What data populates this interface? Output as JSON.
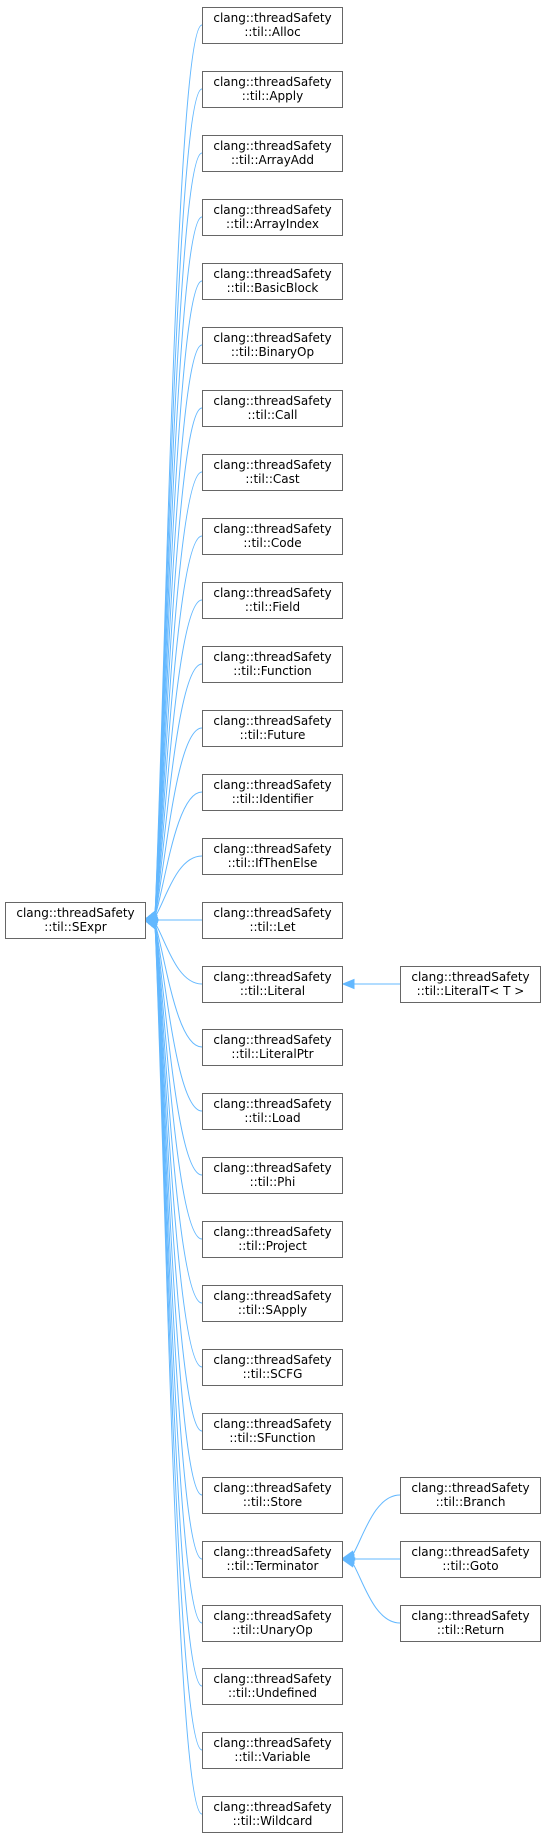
{
  "nodes": [
    {
      "id": "sexpr",
      "line1": "clang::threadSafety",
      "line2": "::til::SExpr"
    },
    {
      "id": "alloc",
      "line1": "clang::threadSafety",
      "line2": "::til::Alloc"
    },
    {
      "id": "apply",
      "line1": "clang::threadSafety",
      "line2": "::til::Apply"
    },
    {
      "id": "arrayadd",
      "line1": "clang::threadSafety",
      "line2": "::til::ArrayAdd"
    },
    {
      "id": "arrayindex",
      "line1": "clang::threadSafety",
      "line2": "::til::ArrayIndex"
    },
    {
      "id": "basicblock",
      "line1": "clang::threadSafety",
      "line2": "::til::BasicBlock"
    },
    {
      "id": "binaryop",
      "line1": "clang::threadSafety",
      "line2": "::til::BinaryOp"
    },
    {
      "id": "call",
      "line1": "clang::threadSafety",
      "line2": "::til::Call"
    },
    {
      "id": "cast",
      "line1": "clang::threadSafety",
      "line2": "::til::Cast"
    },
    {
      "id": "code",
      "line1": "clang::threadSafety",
      "line2": "::til::Code"
    },
    {
      "id": "field",
      "line1": "clang::threadSafety",
      "line2": "::til::Field"
    },
    {
      "id": "function",
      "line1": "clang::threadSafety",
      "line2": "::til::Function"
    },
    {
      "id": "future",
      "line1": "clang::threadSafety",
      "line2": "::til::Future"
    },
    {
      "id": "identifier",
      "line1": "clang::threadSafety",
      "line2": "::til::Identifier"
    },
    {
      "id": "ifthenelse",
      "line1": "clang::threadSafety",
      "line2": "::til::IfThenElse"
    },
    {
      "id": "let",
      "line1": "clang::threadSafety",
      "line2": "::til::Let"
    },
    {
      "id": "literal",
      "line1": "clang::threadSafety",
      "line2": "::til::Literal"
    },
    {
      "id": "literalptr",
      "line1": "clang::threadSafety",
      "line2": "::til::LiteralPtr"
    },
    {
      "id": "load",
      "line1": "clang::threadSafety",
      "line2": "::til::Load"
    },
    {
      "id": "phi",
      "line1": "clang::threadSafety",
      "line2": "::til::Phi"
    },
    {
      "id": "project",
      "line1": "clang::threadSafety",
      "line2": "::til::Project"
    },
    {
      "id": "sapply",
      "line1": "clang::threadSafety",
      "line2": "::til::SApply"
    },
    {
      "id": "scfg",
      "line1": "clang::threadSafety",
      "line2": "::til::SCFG"
    },
    {
      "id": "sfunction",
      "line1": "clang::threadSafety",
      "line2": "::til::SFunction"
    },
    {
      "id": "store",
      "line1": "clang::threadSafety",
      "line2": "::til::Store"
    },
    {
      "id": "terminator",
      "line1": "clang::threadSafety",
      "line2": "::til::Terminator"
    },
    {
      "id": "unaryop",
      "line1": "clang::threadSafety",
      "line2": "::til::UnaryOp"
    },
    {
      "id": "undefined",
      "line1": "clang::threadSafety",
      "line2": "::til::Undefined"
    },
    {
      "id": "variable",
      "line1": "clang::threadSafety",
      "line2": "::til::Variable"
    },
    {
      "id": "wildcard",
      "line1": "clang::threadSafety",
      "line2": "::til::Wildcard"
    },
    {
      "id": "literalt",
      "line1": "clang::threadSafety",
      "line2": "::til::LiteralT< T >"
    },
    {
      "id": "branch",
      "line1": "clang::threadSafety",
      "line2": "::til::Branch"
    },
    {
      "id": "goto",
      "line1": "clang::threadSafety",
      "line2": "::til::Goto"
    },
    {
      "id": "return",
      "line1": "clang::threadSafety",
      "line2": "::til::Return"
    }
  ],
  "edges": [
    {
      "child": "alloc",
      "parent": "sexpr"
    },
    {
      "child": "apply",
      "parent": "sexpr"
    },
    {
      "child": "arrayadd",
      "parent": "sexpr"
    },
    {
      "child": "arrayindex",
      "parent": "sexpr"
    },
    {
      "child": "basicblock",
      "parent": "sexpr"
    },
    {
      "child": "binaryop",
      "parent": "sexpr"
    },
    {
      "child": "call",
      "parent": "sexpr"
    },
    {
      "child": "cast",
      "parent": "sexpr"
    },
    {
      "child": "code",
      "parent": "sexpr"
    },
    {
      "child": "field",
      "parent": "sexpr"
    },
    {
      "child": "function",
      "parent": "sexpr"
    },
    {
      "child": "future",
      "parent": "sexpr"
    },
    {
      "child": "identifier",
      "parent": "sexpr"
    },
    {
      "child": "ifthenelse",
      "parent": "sexpr"
    },
    {
      "child": "let",
      "parent": "sexpr"
    },
    {
      "child": "literal",
      "parent": "sexpr"
    },
    {
      "child": "literalptr",
      "parent": "sexpr"
    },
    {
      "child": "load",
      "parent": "sexpr"
    },
    {
      "child": "phi",
      "parent": "sexpr"
    },
    {
      "child": "project",
      "parent": "sexpr"
    },
    {
      "child": "sapply",
      "parent": "sexpr"
    },
    {
      "child": "scfg",
      "parent": "sexpr"
    },
    {
      "child": "sfunction",
      "parent": "sexpr"
    },
    {
      "child": "store",
      "parent": "sexpr"
    },
    {
      "child": "terminator",
      "parent": "sexpr"
    },
    {
      "child": "unaryop",
      "parent": "sexpr"
    },
    {
      "child": "undefined",
      "parent": "sexpr"
    },
    {
      "child": "variable",
      "parent": "sexpr"
    },
    {
      "child": "wildcard",
      "parent": "sexpr"
    },
    {
      "child": "literalt",
      "parent": "literal"
    },
    {
      "child": "branch",
      "parent": "terminator"
    },
    {
      "child": "goto",
      "parent": "terminator"
    },
    {
      "child": "return",
      "parent": "terminator"
    }
  ],
  "colors": {
    "edge": "#63b8ff",
    "node_border": "#666666",
    "node_fill": "#ffffff",
    "text": "#000000"
  }
}
